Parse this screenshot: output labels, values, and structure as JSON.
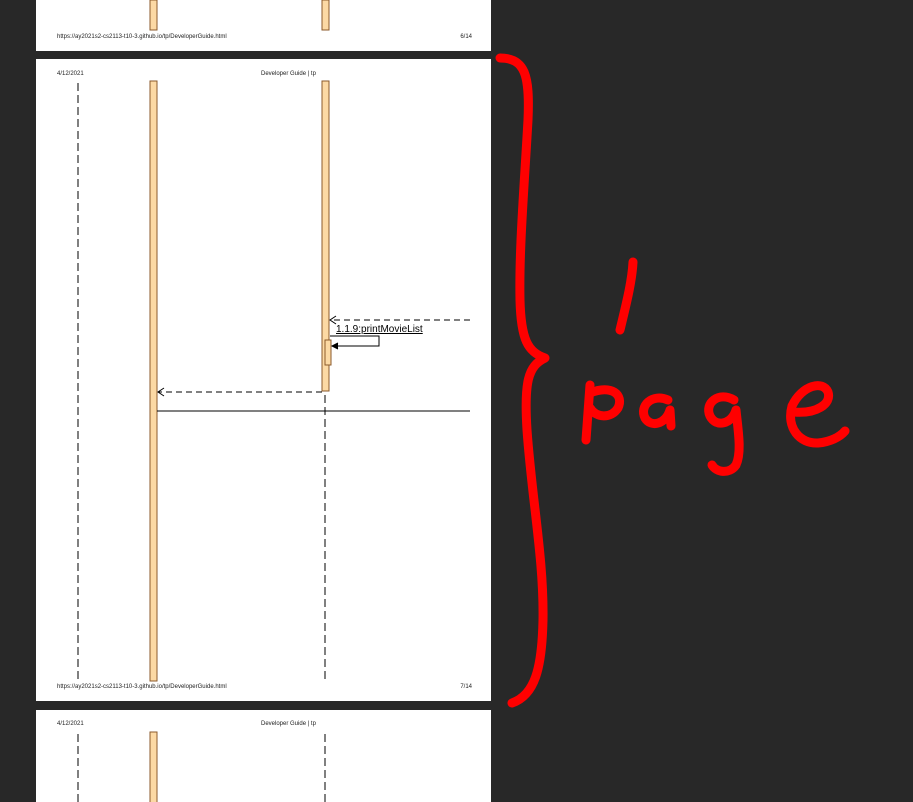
{
  "page_top": {
    "url": "https://ay2021s2-cs2113-t10-3.github.io/tp/DeveloperGuide.html",
    "page_num": "6/14"
  },
  "page_main": {
    "date": "4/12/2021",
    "title": "Developer Guide | tp",
    "url": "https://ay2021s2-cs2113-t10-3.github.io/tp/DeveloperGuide.html",
    "page_num": "7/14",
    "message_label": "1.1.9:printMovieList"
  },
  "page_bottom": {
    "date": "4/12/2021",
    "title": "Developer Guide | tp"
  },
  "annotation": {
    "text": "1 page",
    "color": "#ff0000"
  },
  "colors": {
    "viewer_bg": "#282828",
    "activation_fill": "#fcd9a4",
    "activation_stroke": "#a0522d"
  }
}
